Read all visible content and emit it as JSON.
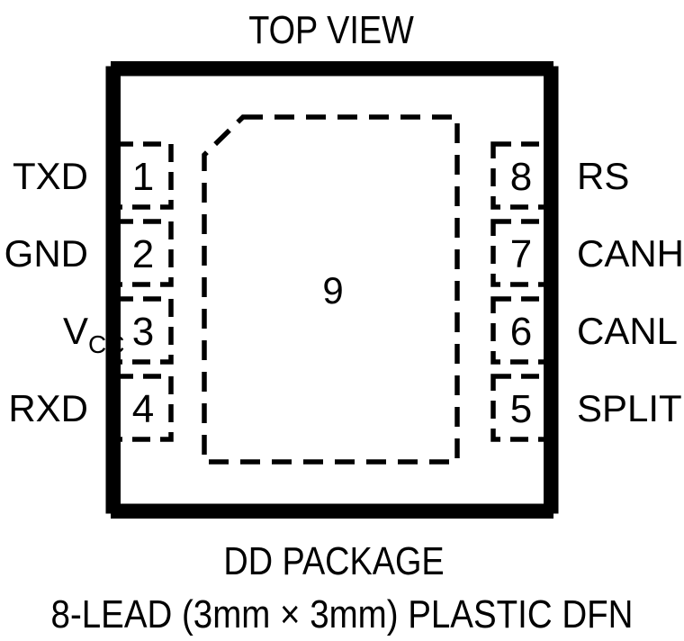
{
  "diagram": {
    "title": "TOP VIEW",
    "caption_line1": "DD PACKAGE",
    "caption_line2": "8-LEAD (3mm × 3mm) PLASTIC DFN",
    "colors": {
      "ink": "#000000",
      "background": "#ffffff"
    },
    "exposed_pad": {
      "number": "9",
      "name": "exposed-pad-pin-9"
    },
    "pins_left": [
      {
        "number": "1",
        "label": "TXD",
        "label_sub": ""
      },
      {
        "number": "2",
        "label": "GND",
        "label_sub": ""
      },
      {
        "number": "3",
        "label": "V",
        "label_sub": "CC"
      },
      {
        "number": "4",
        "label": "RXD",
        "label_sub": ""
      }
    ],
    "pins_right": [
      {
        "number": "8",
        "label": "RS"
      },
      {
        "number": "7",
        "label": "CANH"
      },
      {
        "number": "6",
        "label": "CANL"
      },
      {
        "number": "5",
        "label": "SPLIT"
      }
    ]
  }
}
